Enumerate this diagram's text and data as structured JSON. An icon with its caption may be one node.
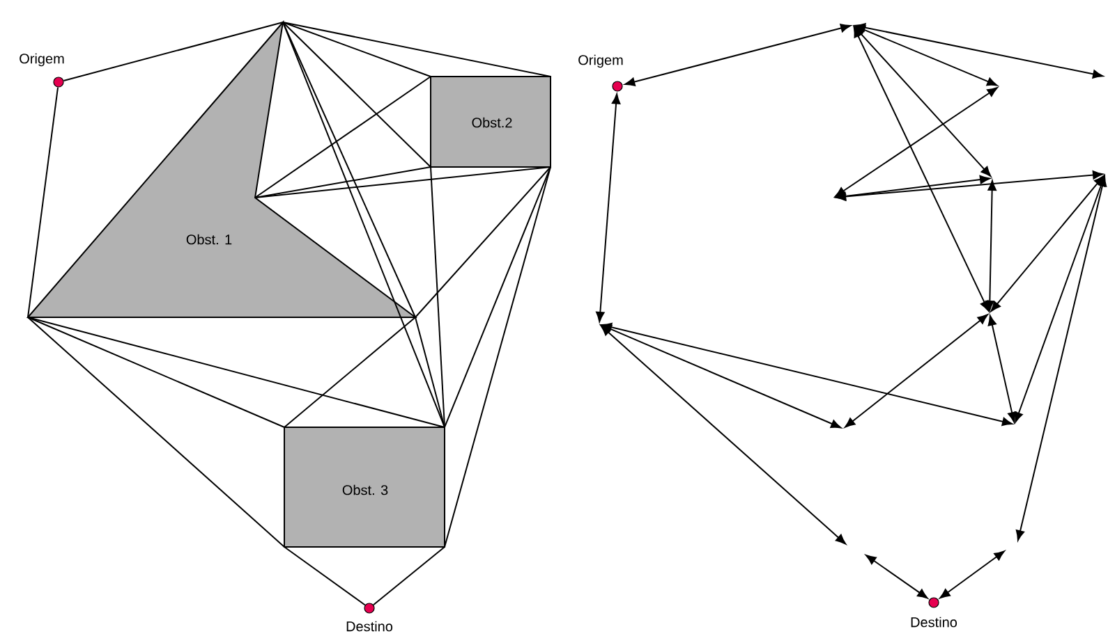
{
  "diagram": {
    "nodes": [
      {
        "text": [
          "Obst. 1"
        ]
      },
      {
        "text": [
          "Obst.2"
        ]
      },
      {
        "text": [
          "Obst. 3"
        ]
      },
      {
        "text": [],
        "shape": "circle"
      },
      {
        "text": [],
        "shape": "circle",
        "beside": [
          "Destino"
        ]
      },
      {
        "text": [],
        "shape": "circle",
        "beside": [
          "Origem"
        ]
      },
      {
        "text": [],
        "shape": "circle",
        "beside": [
          "Destino"
        ]
      }
    ],
    "edges": [
      {
        "from": 3,
        "to": 0,
        "arrow": "none"
      },
      {
        "from": 3,
        "to": 0,
        "arrow": "none"
      },
      {
        "from": 4,
        "to": 2,
        "arrow": "none"
      },
      {
        "from": 4,
        "to": 2,
        "arrow": "none"
      },
      {
        "from": 5,
        "to": null,
        "arrow": "both"
      },
      {
        "from": 5,
        "to": null,
        "arrow": "both"
      },
      {
        "from": 6,
        "to": null,
        "arrow": "both"
      },
      {
        "from": 6,
        "to": null,
        "arrow": "both"
      }
    ],
    "labels": [
      "Origem"
    ]
  }
}
